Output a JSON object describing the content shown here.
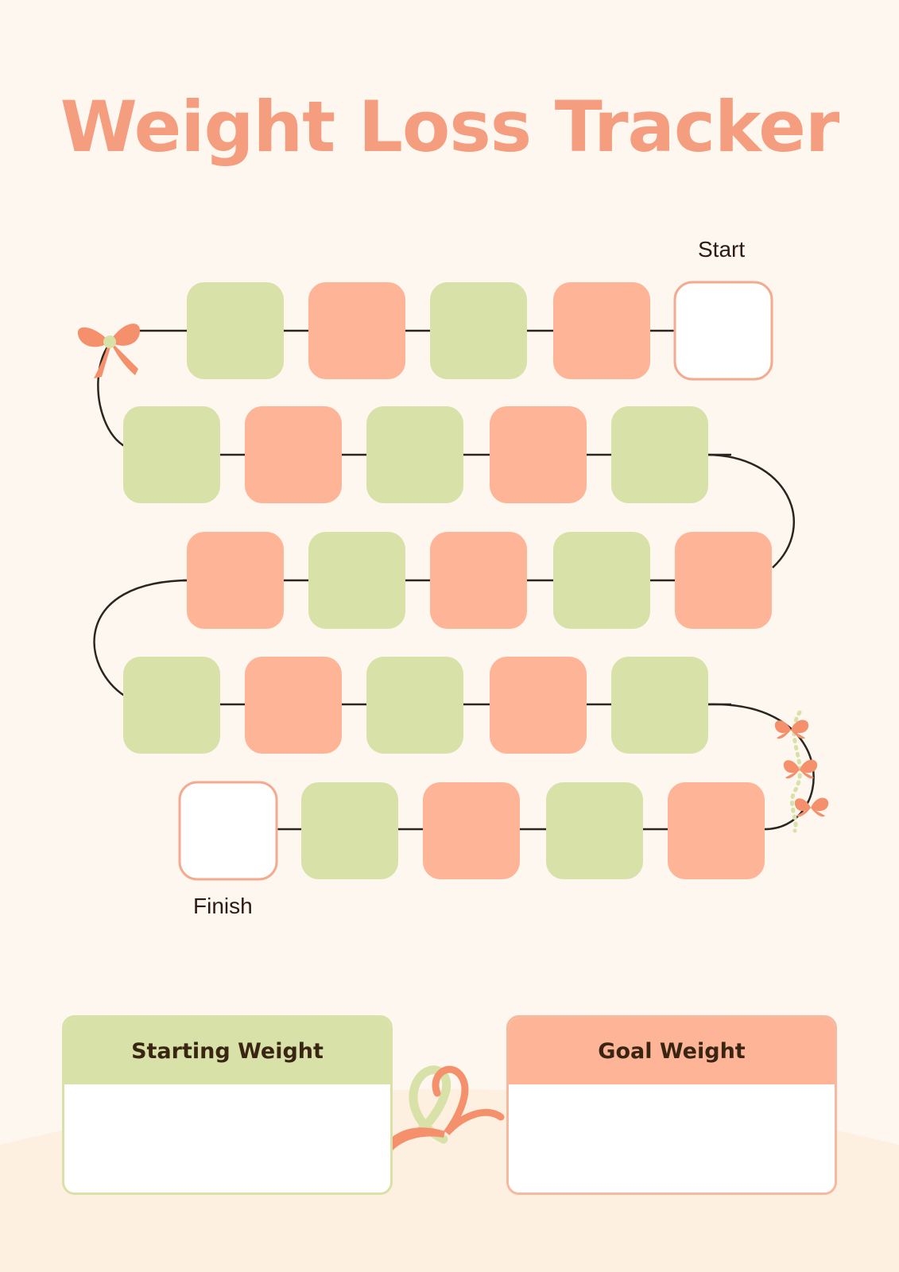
{
  "title": "Weight Loss Tracker",
  "track": {
    "start_label": "Start",
    "finish_label": "Finish",
    "rows": [
      [
        "green",
        "salmon",
        "green",
        "salmon",
        "white"
      ],
      [
        "green",
        "salmon",
        "green",
        "salmon",
        "green"
      ],
      [
        "salmon",
        "green",
        "salmon",
        "green",
        "salmon"
      ],
      [
        "green",
        "salmon",
        "green",
        "salmon",
        "green"
      ],
      [
        "white",
        "green",
        "salmon",
        "green",
        "salmon"
      ]
    ]
  },
  "cards": {
    "starting_weight": {
      "label": "Starting Weight",
      "value": ""
    },
    "goal_weight": {
      "label": "Goal Weight",
      "value": ""
    }
  },
  "colors": {
    "background": "#fdf7ef",
    "title": "#f49e7f",
    "green": "#d7e1a8",
    "salmon": "#fdb497",
    "white": "#ffffff",
    "line": "#2b2520"
  },
  "decorations": [
    "bow-icon",
    "butterfly-vine-icon",
    "ribbon-icon"
  ]
}
